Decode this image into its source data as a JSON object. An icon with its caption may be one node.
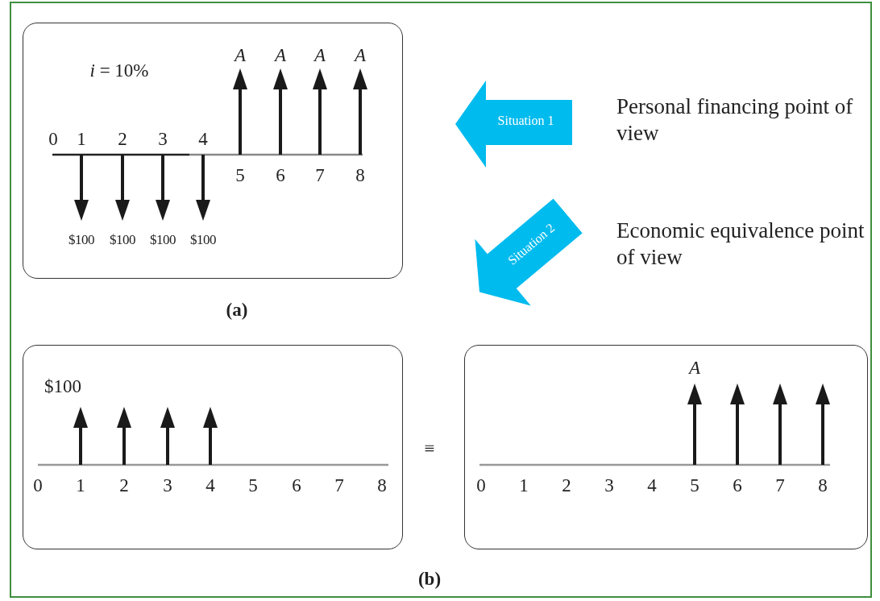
{
  "diagram": {
    "nodes": [
      {
        "text": [],
        "shape": "box",
        "beside": [
          "(a)"
        ]
      },
      {
        "text": [
          "Situation 1"
        ]
      },
      {
        "text": [
          "Situation 2"
        ]
      },
      {
        "text": [],
        "shape": "box"
      },
      {
        "text": [],
        "shape": "box"
      }
    ],
    "edges": [],
    "labels": [
      "*i* = 10%",
      "A",
      "A",
      "A",
      "A",
      "0",
      "1",
      "2",
      "3",
      "4",
      "5",
      "6",
      "7",
      "8",
      "$100",
      "$100",
      "$100",
      "$100",
      "Personal financing point of view",
      "Economic equivalence point of view",
      "$100",
      "0",
      "1",
      "2",
      "3",
      "4",
      "5",
      "6",
      "7",
      "8",
      "≡",
      "A",
      "0",
      "1",
      "2",
      "3",
      "4",
      "5",
      "6",
      "7",
      "8",
      "(b)"
    ]
  }
}
